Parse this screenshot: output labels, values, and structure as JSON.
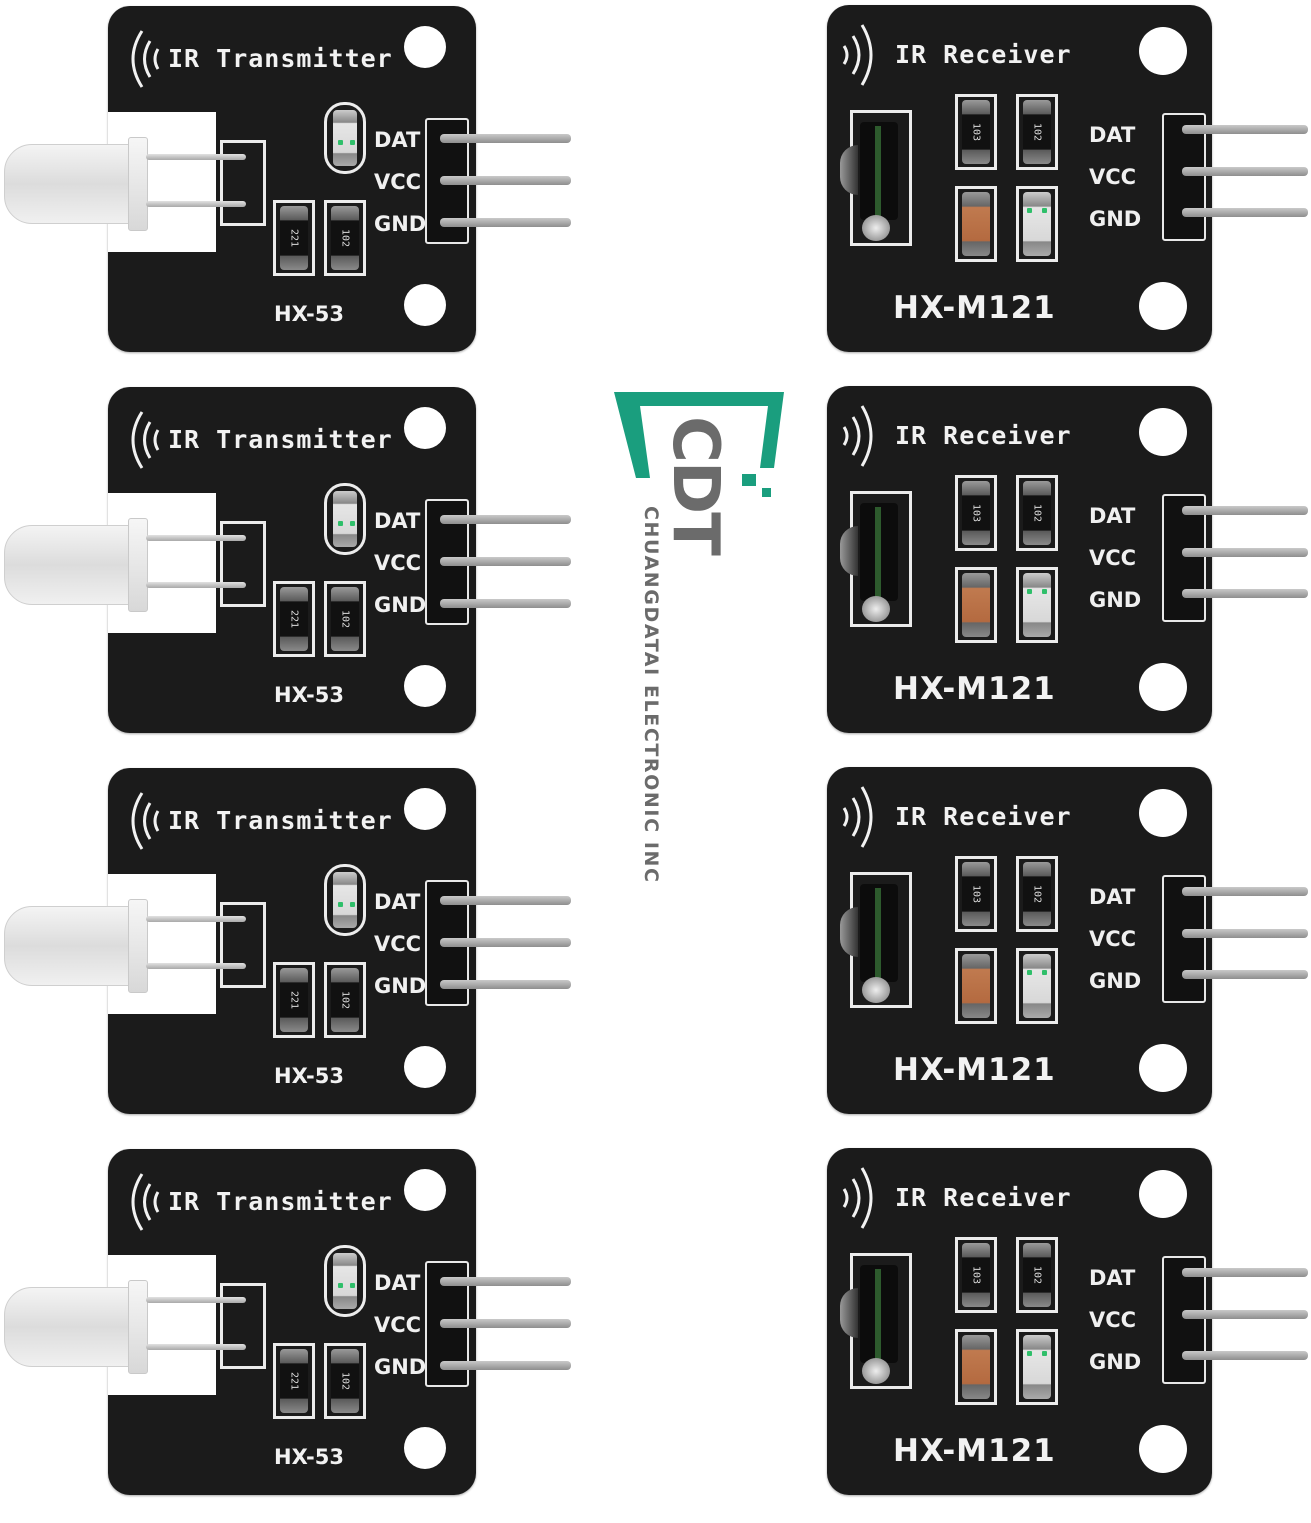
{
  "transmitter": {
    "title": "IR Transmitter",
    "model": "HX-53",
    "pins": [
      "DAT",
      "VCC",
      "GND"
    ],
    "resistors": [
      "221",
      "102"
    ],
    "count": 4
  },
  "receiver": {
    "title": "IR Receiver",
    "model": "HX-M121",
    "pins": [
      "DAT",
      "VCC",
      "GND"
    ],
    "resistors": [
      "103",
      "102"
    ],
    "count": 4
  },
  "logo": {
    "mark": "CDT",
    "company": "CHUANGDATAI ELECTRONIC INC",
    "accent_color": "#1a9e7e",
    "text_color": "#6b6b6b"
  },
  "colors": {
    "pcb": "#1b1b1b",
    "silkscreen": "#f2f2f2",
    "background": "#ffffff"
  }
}
